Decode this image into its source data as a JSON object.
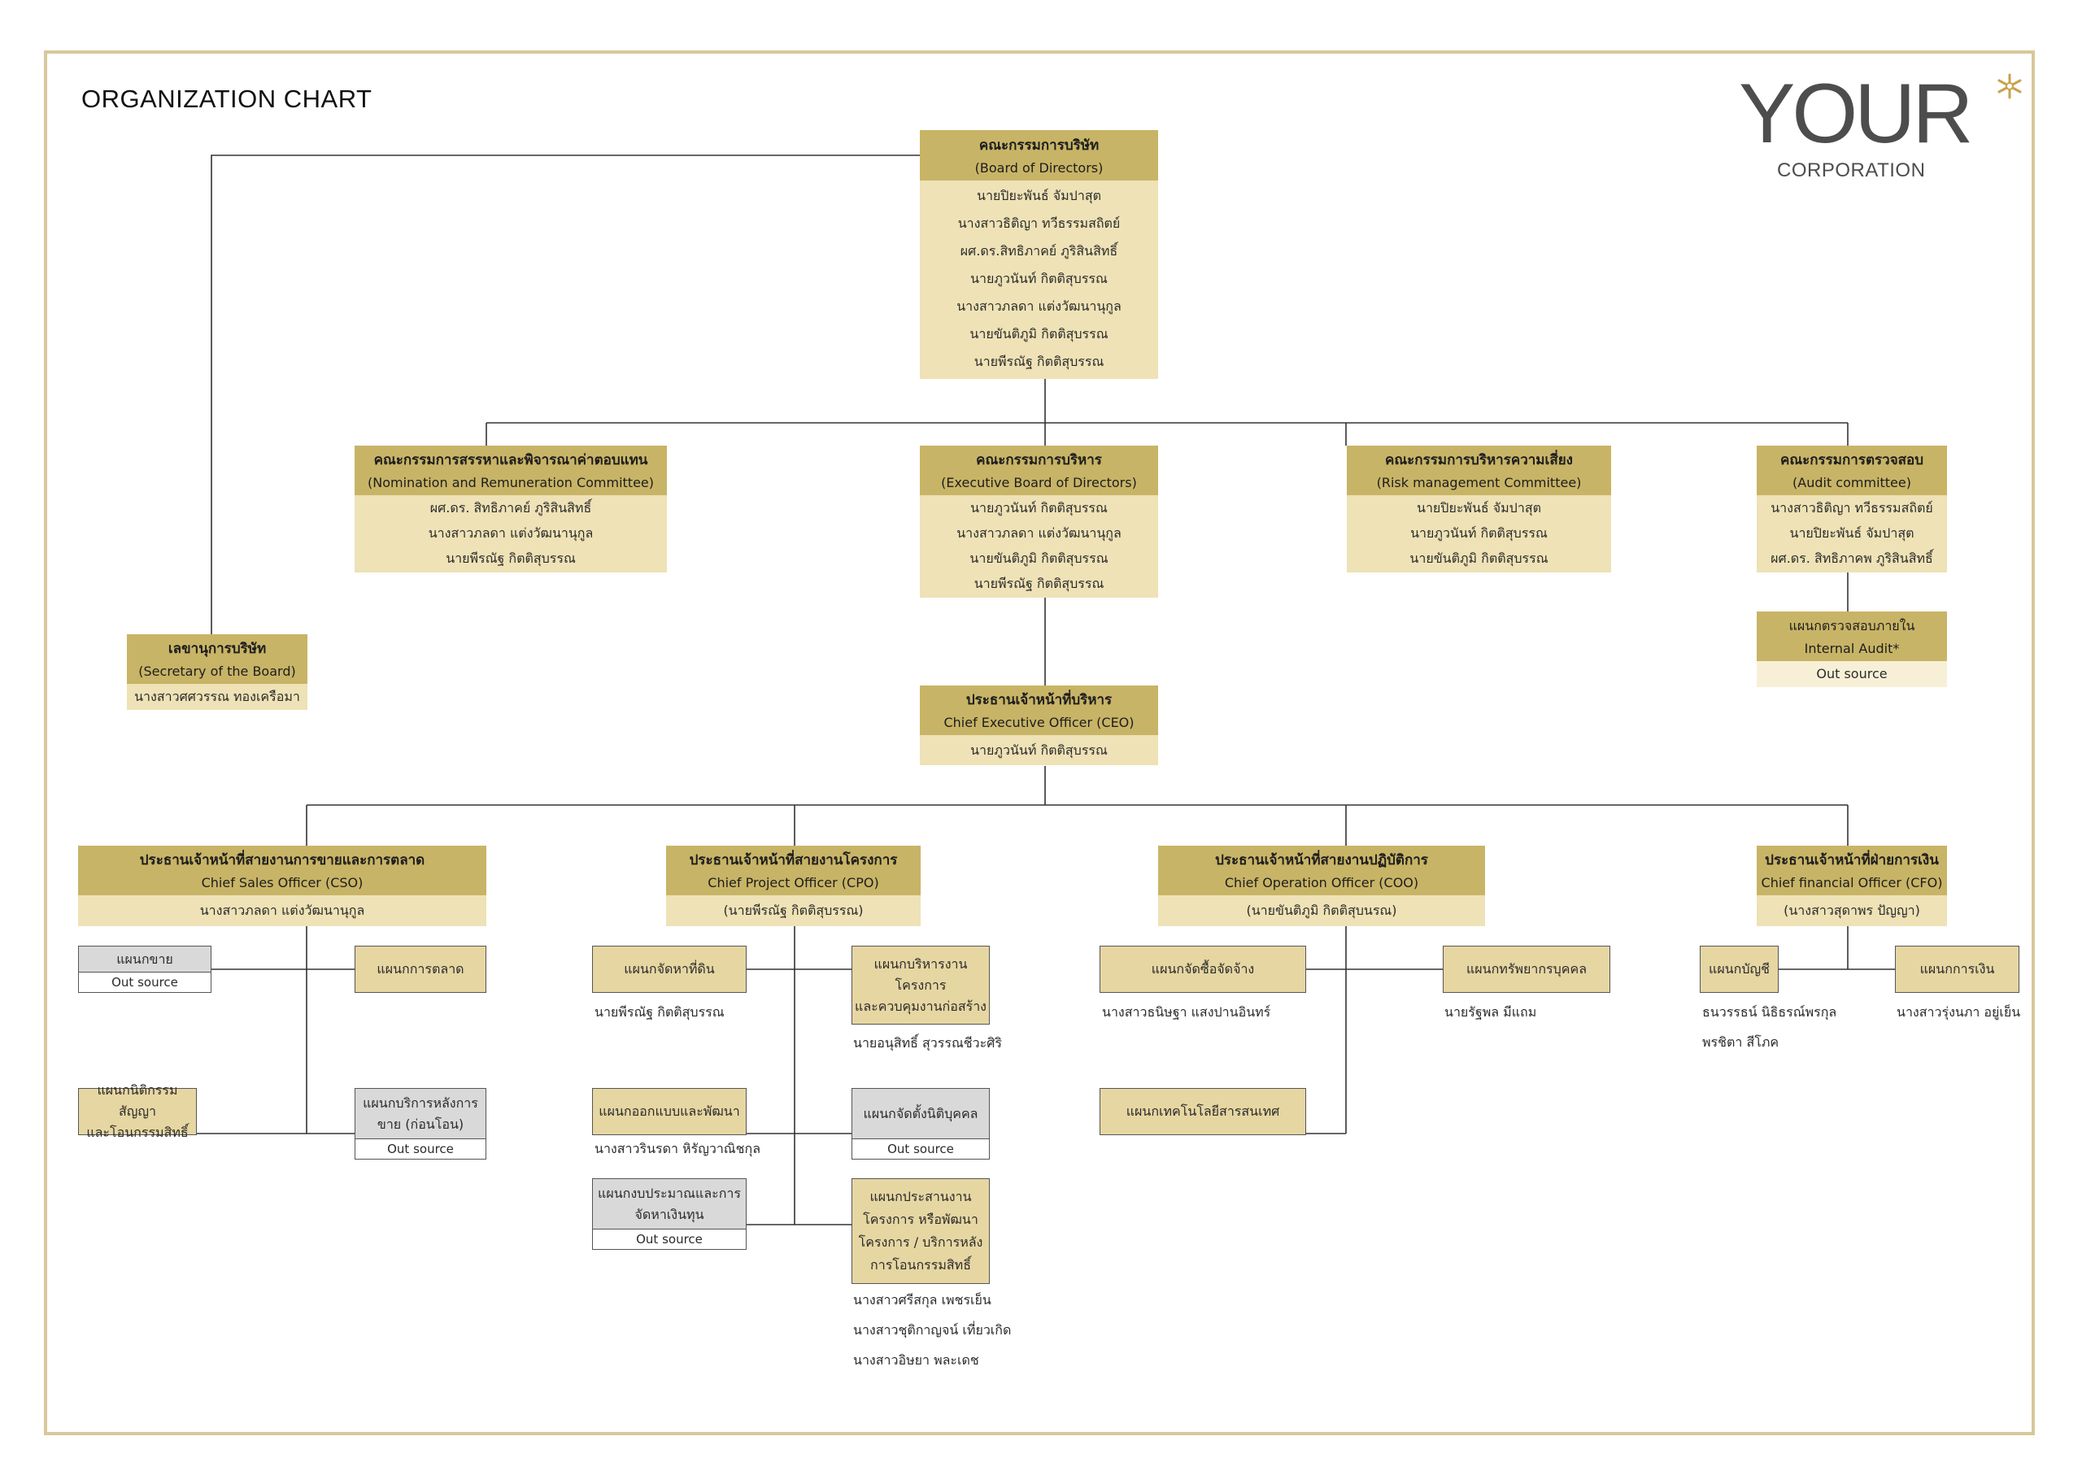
{
  "page": {
    "title": "ORGANIZATION CHART"
  },
  "logo": {
    "word": "YOUR",
    "sub": "CORPORATION"
  },
  "colors": {
    "header": "#c8b466",
    "body": "#eee2b6",
    "dept": "#e6d6a2",
    "outsource_dept": "#d9d9d9",
    "frame": "#d8c89a"
  },
  "board": {
    "th": "คณะกรรมการบริษัท",
    "en": "(Board of Directors)",
    "members": [
      "นายปิยะพันธ์ จัมปาสุต",
      "นางสาวธิติญา ทวีธรรมสถิตย์",
      "ผศ.ดร.สิทธิภาคย์ ภูริสินสิทธิ์",
      "นายภูวนันท์ กิตติสุบรรณ",
      "นางสาวภลดา แต่งวัฒนานุกูล",
      "นายขันติภูมิ กิตติสุบรรณ",
      "นายพีรณัฐ กิตติสุบรรณ"
    ]
  },
  "committees": [
    {
      "th": "คณะกรรมการสรรหาและพิจารณาค่าตอบแทน",
      "en": "(Nomination and Remuneration Committee)",
      "members": [
        "ผศ.ดร. สิทธิภาคย์ ภูริสินสิทธิ์",
        "นางสาวภลดา แต่งวัฒนานุกูล",
        "นายพีรณัฐ กิตติสุบรรณ"
      ]
    },
    {
      "th": "คณะกรรมการบริหาร",
      "en": "(Executive Board of Directors)",
      "members": [
        "นายภูวนันท์ กิตติสุบรรณ",
        "นางสาวภลดา แต่งวัฒนานุกูล",
        "นายขันติภูมิ กิตติสุบรรณ",
        "นายพีรณัฐ กิตติสุบรรณ"
      ]
    },
    {
      "th": "คณะกรรมการบริหารความเสี่ยง",
      "en": "(Risk management Committee)",
      "members": [
        "นายปิยะพันธ์ จัมปาสุต",
        "นายภูวนันท์ กิตติสุบรรณ",
        "นายขันติภูมิ กิตติสุบรรณ"
      ]
    },
    {
      "th": "คณะกรรมการตรวจสอบ",
      "en": "(Audit committee)",
      "members": [
        "นางสาวธิติญา ทวีธรรมสถิตย์",
        "นายปิยะพันธ์ จัมปาสุต",
        "ผศ.ดร. สิทธิภาคพ ภูริสินสิทธิ์"
      ]
    }
  ],
  "internal_audit": {
    "th": "แผนกตรวจสอบภายใน",
    "en": "Internal Audit*",
    "note": "Out source"
  },
  "secretary": {
    "th": "เลขานุการบริษัท",
    "en": "(Secretary of the Board)",
    "name": "นางสาวศศวรรณ ทองเครือมา"
  },
  "ceo": {
    "th": "ประธานเจ้าหน้าที่บริหาร",
    "en": "Chief Executive Officer (CEO)",
    "name": "นายภูวนันท์ กิตติสุบรรณ"
  },
  "chiefs": [
    {
      "th": "ประธานเจ้าหน้าที่สายงานการขายและการตลาด",
      "en": "Chief Sales Officer (CSO)",
      "name": "นางสาวภลดา แต่งวัฒนานุกูล"
    },
    {
      "th": "ประธานเจ้าหน้าที่สายงานโครงการ",
      "en": "Chief Project Officer (CPO)",
      "name": "(นายพีรณัฐ กิตติสุบรรณ)"
    },
    {
      "th": "ประธานเจ้าหน้าที่สายงานปฏิบัติการ",
      "en": "Chief Operation Officer (COO)",
      "name": "(นายขันติภูมิ  กิตติสุบนรณ)"
    },
    {
      "th": "ประธานเจ้าหน้าที่ฝ่ายการเงิน",
      "en": "Chief financial Officer (CFO)",
      "name": "(นางสาวสุดาพร ปัญญา)"
    }
  ],
  "out_source": "Out source",
  "cso_depts": {
    "sales": [
      "แผนกขาย"
    ],
    "marketing": [
      "แผนกการตลาด"
    ],
    "legal": [
      "แผนกนิติกรรมสัญญา",
      "และโอนกรรมสิทธิ์"
    ],
    "after_sales": [
      "แผนกบริการหลังการ",
      "ขาย (ก่อนโอน)"
    ]
  },
  "cpo_depts": {
    "land": [
      "แผนกจัดหาที่ดิน"
    ],
    "land_staff": "นายพีรณัฐ  กิตติสุบรรณ",
    "project_mgmt": [
      "แผนกบริหารงานโครงการ",
      "และควบคุมงานก่อสร้าง"
    ],
    "project_mgmt_staff": "นายอนุสิทธิ์ สุวรรณชีวะศิริ",
    "design": [
      "แผนกออกแบบและพัฒนา"
    ],
    "design_staff": "นางสาวรินรดา หิรัญวาณิชกุล",
    "juristic": [
      "แผนกจัดตั้งนิติบุคคล"
    ],
    "budget": [
      "แผนกงบประมาณและการ",
      "จัดหาเงินทุน"
    ],
    "coordination": [
      "แผนกประสานงาน",
      "โครงการ หรือพัฒนา",
      "โครงการ / บริการหลัง",
      "การโอนกรรมสิทธิ์"
    ],
    "coordination_staff": [
      "นางสาวศรีสกุล เพชรเย็น",
      "นางสาวชุติกาญจน์ เที่ยวเกิด",
      "นางสาวอิษยา พละเดช"
    ]
  },
  "coo_depts": {
    "procurement": [
      "แผนกจัดซื้อจัดจ้าง"
    ],
    "procurement_staff": "นางสาวธนิษฐา แสงปานอินทร์",
    "hr": [
      "แผนกทรัพยากรบุคคล"
    ],
    "hr_staff": "นายรัฐพล มีแถม",
    "it": [
      "แผนกเทคโนโลยีสารสนเทศ"
    ]
  },
  "cfo_depts": {
    "accounting": [
      "แผนกบัญชี"
    ],
    "accounting_staff": [
      "ธนวรรธน์ นิธิธรณ์พรกุล",
      "พรชิตา สีโภค"
    ],
    "finance": [
      "แผนกการเงิน"
    ],
    "finance_staff": "นางสาวรุ่งนภา อยู่เย็น"
  }
}
